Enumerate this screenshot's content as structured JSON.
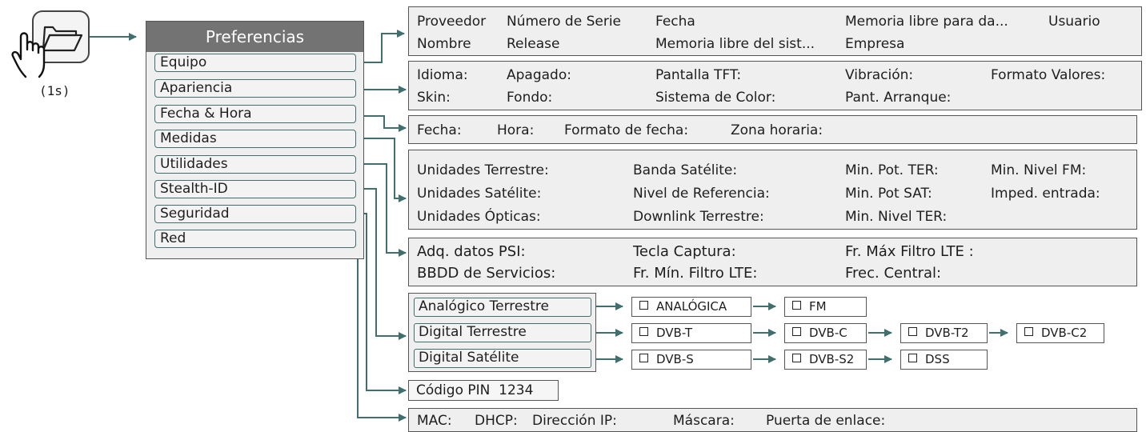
{
  "colors": {
    "connector": "#3f6f6f",
    "menu_header": "#737373",
    "panel_bg": "#efefef"
  },
  "launcher": {
    "icon": "folder-hand-icon",
    "duration": "(1s)"
  },
  "menu": {
    "title": "Preferencias",
    "items": [
      "Equipo",
      "Apariencia",
      "Fecha & Hora",
      "Medidas",
      "Utilidades",
      "Stealth-ID",
      "Seguridad",
      "Red"
    ]
  },
  "equipo": {
    "row1": [
      "Proveedor",
      "Número de Serie",
      "Fecha",
      "Memoria libre para da...",
      "Usuario"
    ],
    "row2": [
      "Nombre",
      "Release",
      "Memoria libre del sist...",
      "Empresa"
    ]
  },
  "apariencia": {
    "row1": [
      "Idioma:",
      "Apagado:",
      "Pantalla TFT:",
      "Vibración:",
      "Formato Valores:"
    ],
    "row2": [
      "Skin:",
      "Fondo:",
      "Sistema de Color:",
      "Pant. Arranque:"
    ]
  },
  "fecha_hora": {
    "fields": [
      "Fecha:",
      "Hora:",
      "Formato de fecha:",
      "Zona horaria:"
    ]
  },
  "medidas": {
    "row1": [
      "Unidades Terrestre:",
      "Banda Satélite:",
      "Min. Pot. TER:",
      "Min. Nivel FM:"
    ],
    "row2": [
      "Unidades Satélite:",
      "Nivel de Referencia:",
      "Min. Pot SAT:",
      "Imped. entrada:"
    ],
    "row3": [
      "Unidades Ópticas:",
      "Downlink Terrestre:",
      "Min. Nivel TER:"
    ]
  },
  "utilidades": {
    "row1": [
      "Adq. datos PSI:",
      "Tecla Captura:",
      "Fr. Máx Filtro LTE :"
    ],
    "row2": [
      "BBDD de Servicios:",
      "Fr. Mín. Filtro LTE:",
      "Frec. Central:"
    ]
  },
  "stealth": {
    "groups": [
      {
        "label": "Analógico Terrestre",
        "systems": [
          "ANALÓGICA",
          "FM"
        ]
      },
      {
        "label": "Digital Terrestre",
        "systems": [
          "DVB-T",
          "DVB-C",
          "DVB-T2",
          "DVB-C2"
        ]
      },
      {
        "label": "Digital Satélite",
        "systems": [
          "DVB-S",
          "DVB-S2",
          "DSS"
        ]
      }
    ]
  },
  "seguridad": {
    "pin": "Código PIN  1234"
  },
  "red": {
    "fields": [
      "MAC:",
      "DHCP:",
      "Dirección IP:",
      "Máscara:",
      "Puerta de enlace:"
    ]
  }
}
